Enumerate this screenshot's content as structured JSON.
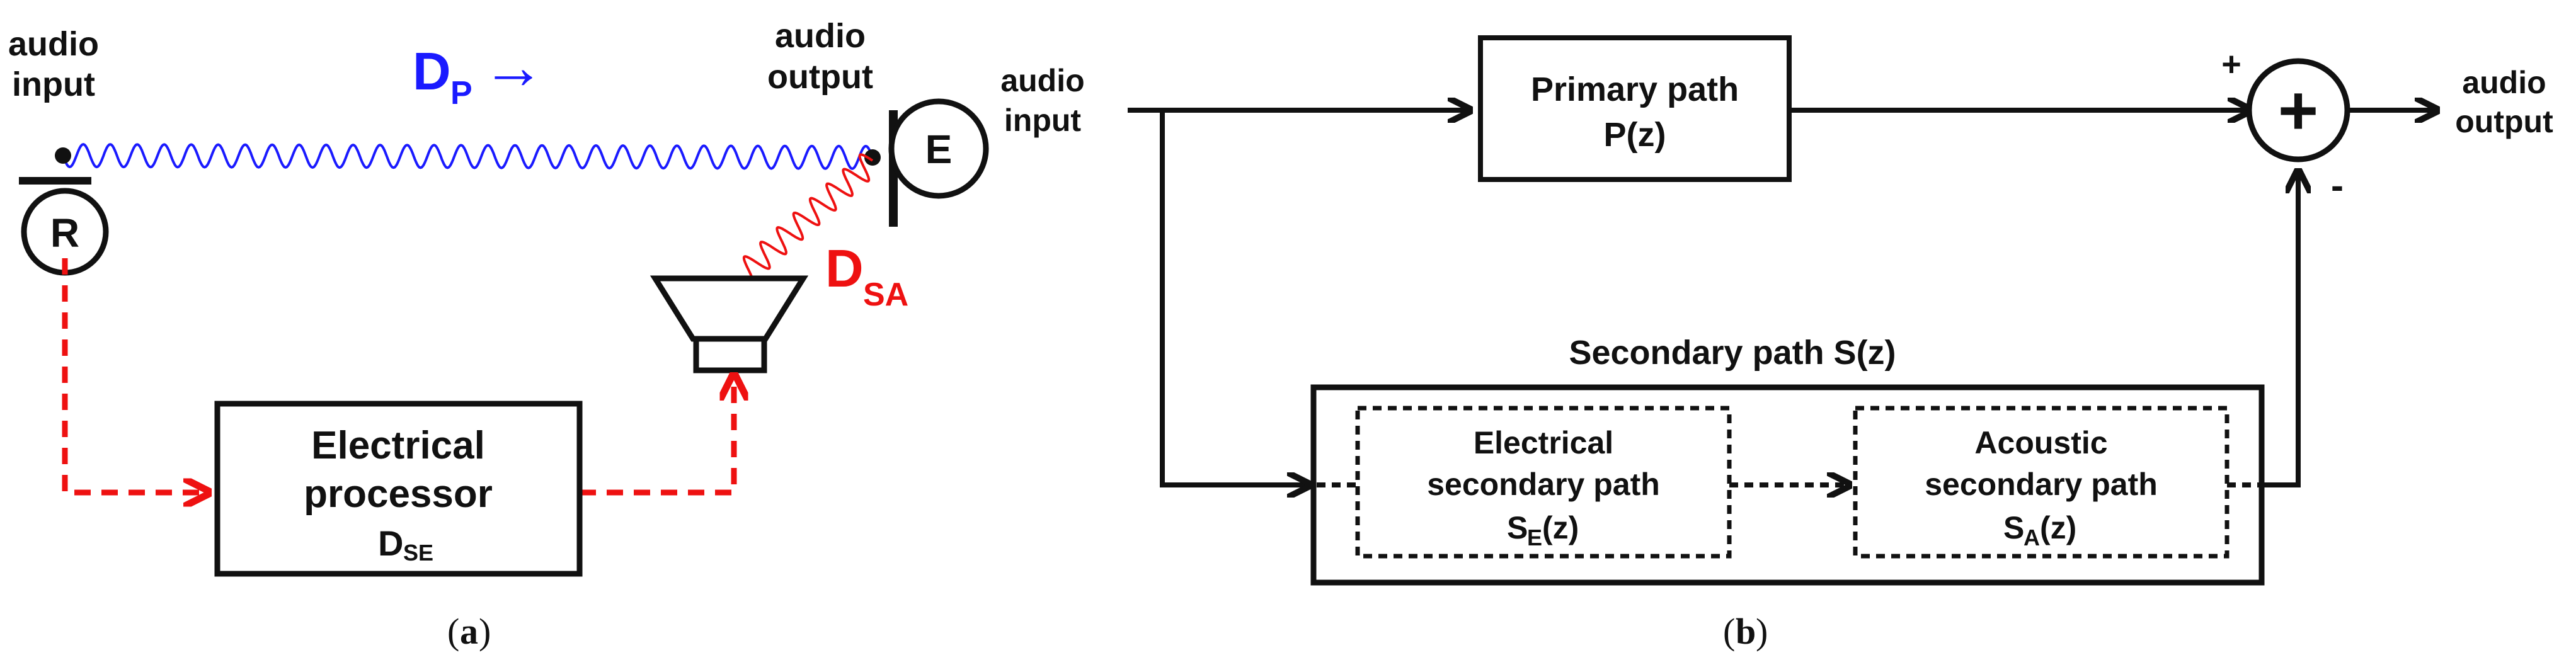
{
  "panel_a": {
    "audio_input": [
      "audio",
      "input"
    ],
    "audio_output": [
      "audio",
      "output"
    ],
    "reference_mic": "R",
    "error_mic": "E",
    "primary_distance": {
      "main": "D",
      "sub": "P",
      "arrow": "→"
    },
    "acoustic_distance": {
      "main": "D",
      "sub": "SA"
    },
    "processor": {
      "line1": "Electrical",
      "line2": "processor",
      "symbol_main": "D",
      "symbol_sub": "SE"
    },
    "caption_open": "(",
    "caption_letter": "a",
    "caption_close": ")"
  },
  "panel_b": {
    "audio_input": [
      "audio",
      "input"
    ],
    "audio_output": [
      "audio",
      "output"
    ],
    "primary_block": {
      "line1": "Primary path",
      "line2": "P(z)"
    },
    "sum_junction": "+",
    "plus_sign": "+",
    "minus_sign": "-",
    "secondary_title": "Secondary path S(z)",
    "electrical_block": {
      "line1": "Electrical",
      "line2": "secondary path",
      "sym_main": "S",
      "sym_sub": "E",
      "sym_tail": "(z)"
    },
    "acoustic_block": {
      "line1": "Acoustic",
      "line2": "secondary path",
      "sym_main": "S",
      "sym_sub": "A",
      "sym_tail": "(z)"
    },
    "caption_open": "(",
    "caption_letter": "b",
    "caption_close": ")"
  },
  "colors": {
    "blue": "#1a1aff",
    "red": "#ee1111",
    "black": "#111111"
  }
}
